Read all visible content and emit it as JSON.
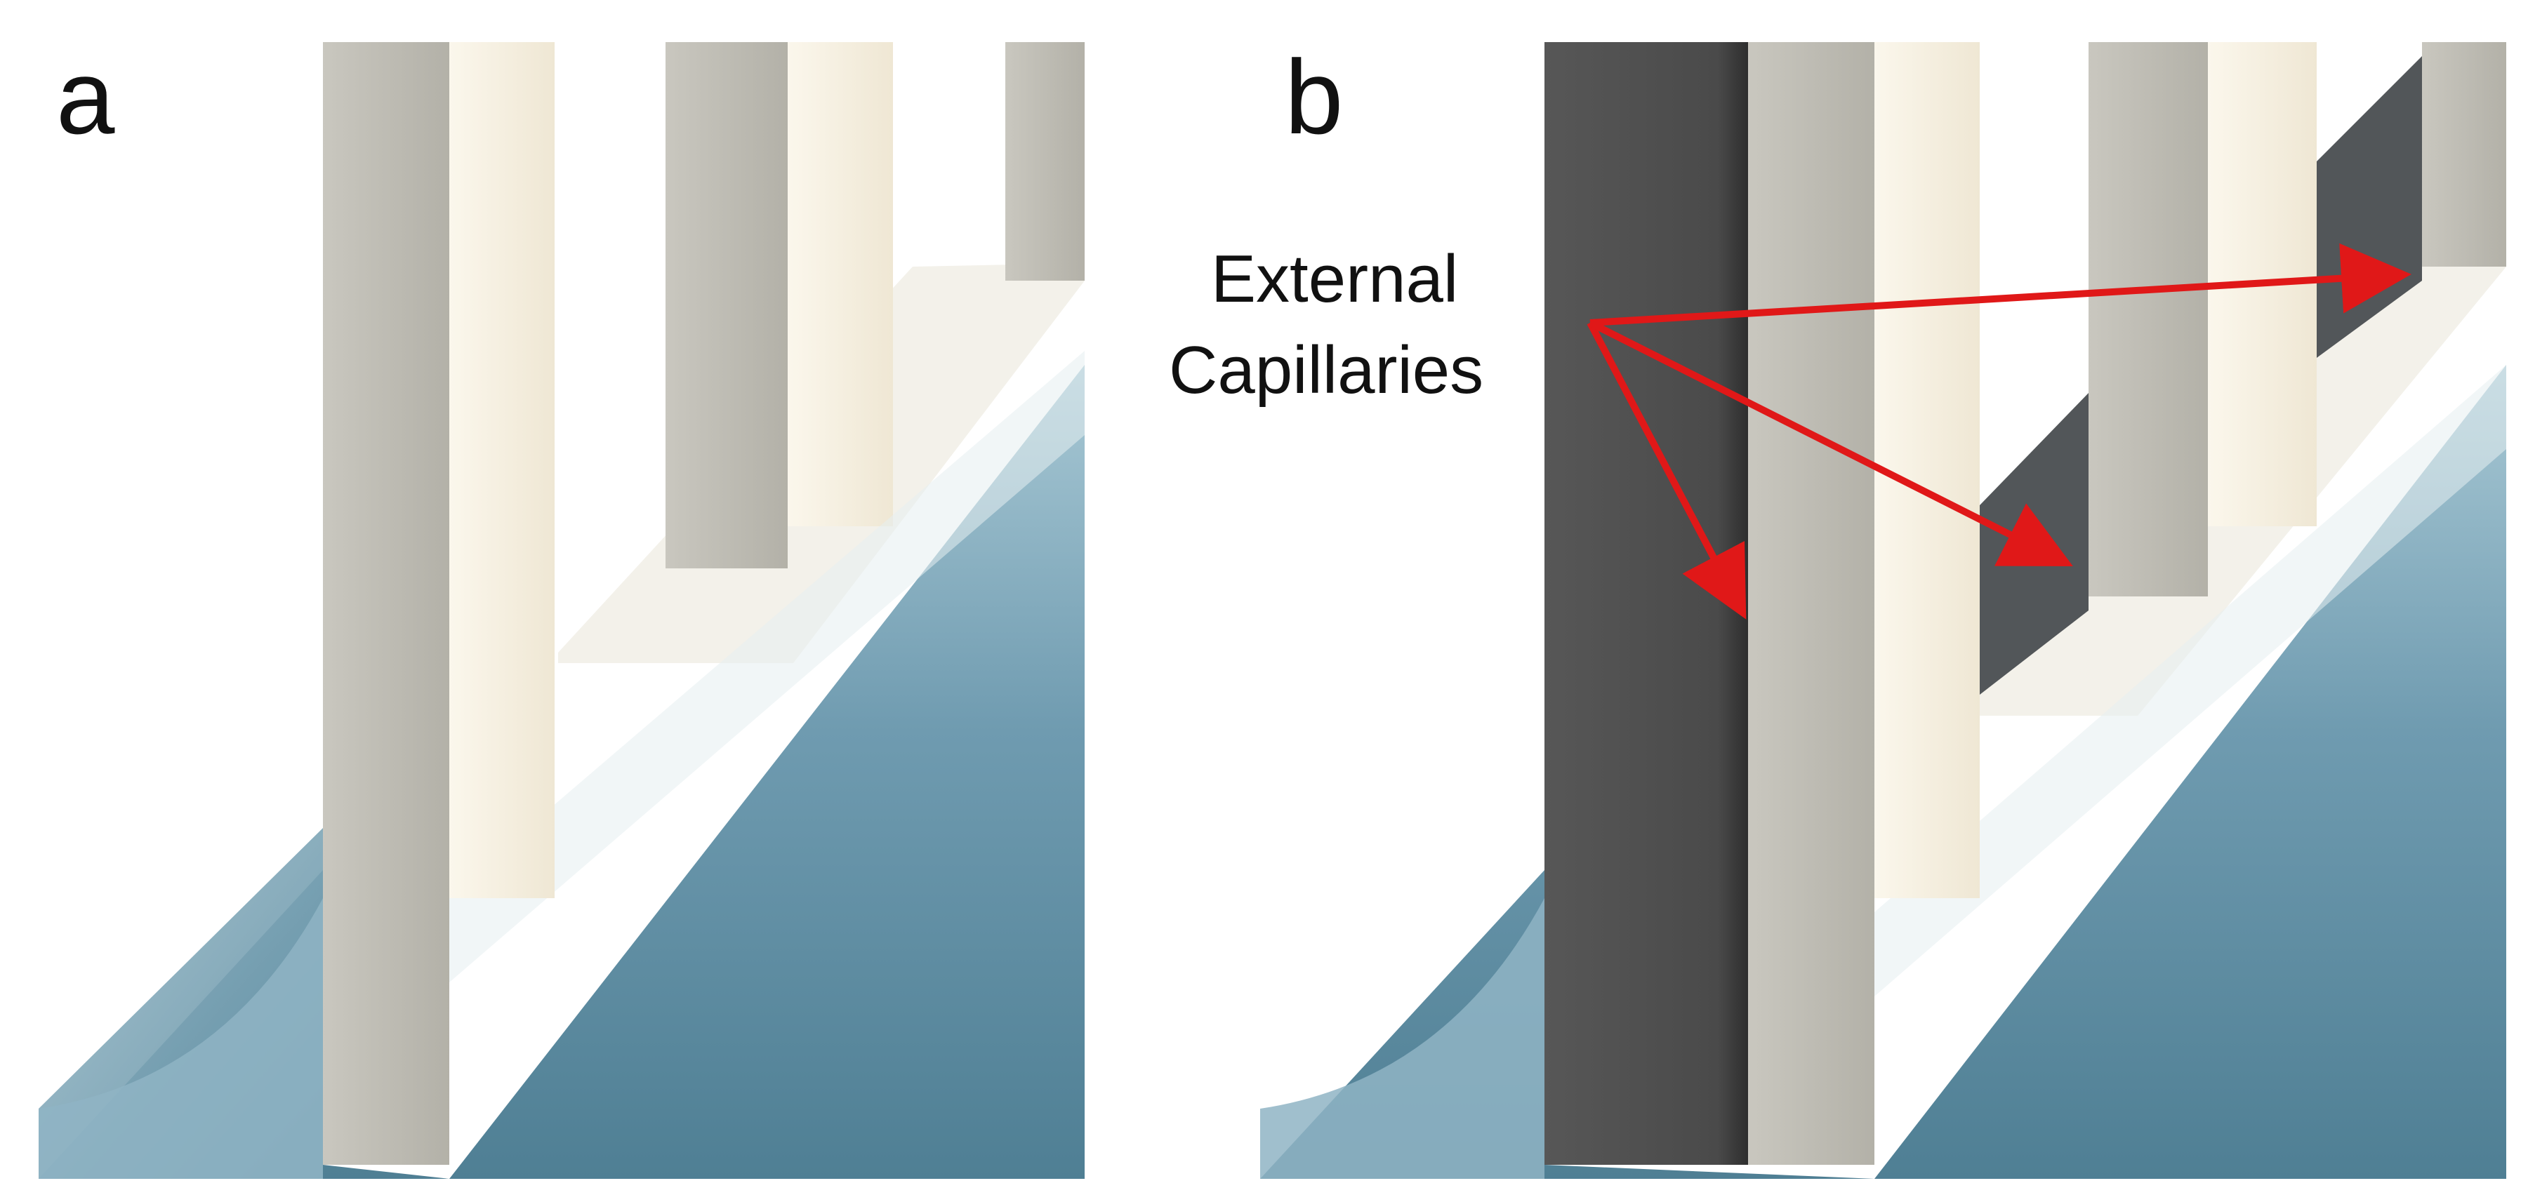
{
  "panels": [
    {
      "label": "a"
    },
    {
      "label": "b"
    }
  ],
  "annotation": {
    "lines": [
      "External",
      "Capillaries"
    ],
    "arrow_color": "#e01818",
    "arrow_count": 3
  },
  "colors": {
    "background": "#ffffff",
    "fin_light": "#f1ece0",
    "fin_shade": "#bfbdb3",
    "capillary": "#4e4e4e",
    "water": "#5f8ea2",
    "water_light": "#9fc3d1"
  }
}
